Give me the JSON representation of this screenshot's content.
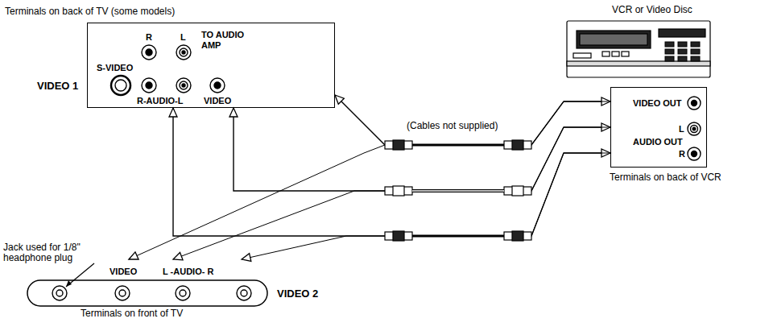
{
  "diagram": {
    "nodes": [
      {
        "text": [
          "Terminals on back of TV (some models)"
        ]
      },
      {
        "text": [
          "Terminals on back of VCR"
        ]
      },
      {
        "text": [
          "Terminals on front of TV"
        ]
      }
    ],
    "edges": [
      {
        "from": 1,
        "to": 0,
        "arrow": "both"
      },
      {
        "from": 1,
        "to": 0,
        "arrow": "both"
      },
      {
        "from": 1,
        "to": 0,
        "arrow": "both"
      },
      {
        "from": 1,
        "to": 2,
        "arrow": "to"
      },
      {
        "from": 1,
        "to": 2,
        "arrow": "to"
      },
      {
        "from": 1,
        "to": 2,
        "arrow": "to"
      }
    ],
    "labels": [
      "R",
      "L",
      "TO AUDIO AMP",
      "S-VIDEO",
      "VIDEO 1",
      "R-AUDIO-L",
      "VIDEO",
      "VCR or Video Disc",
      "(Cables not supplied)",
      "VIDEO OUT",
      "L",
      "AUDIO OUT",
      "R",
      "VIDEO",
      "L -AUDIO- R",
      "VIDEO 2",
      "Jack used for 1/8\" headphone plug"
    ]
  }
}
